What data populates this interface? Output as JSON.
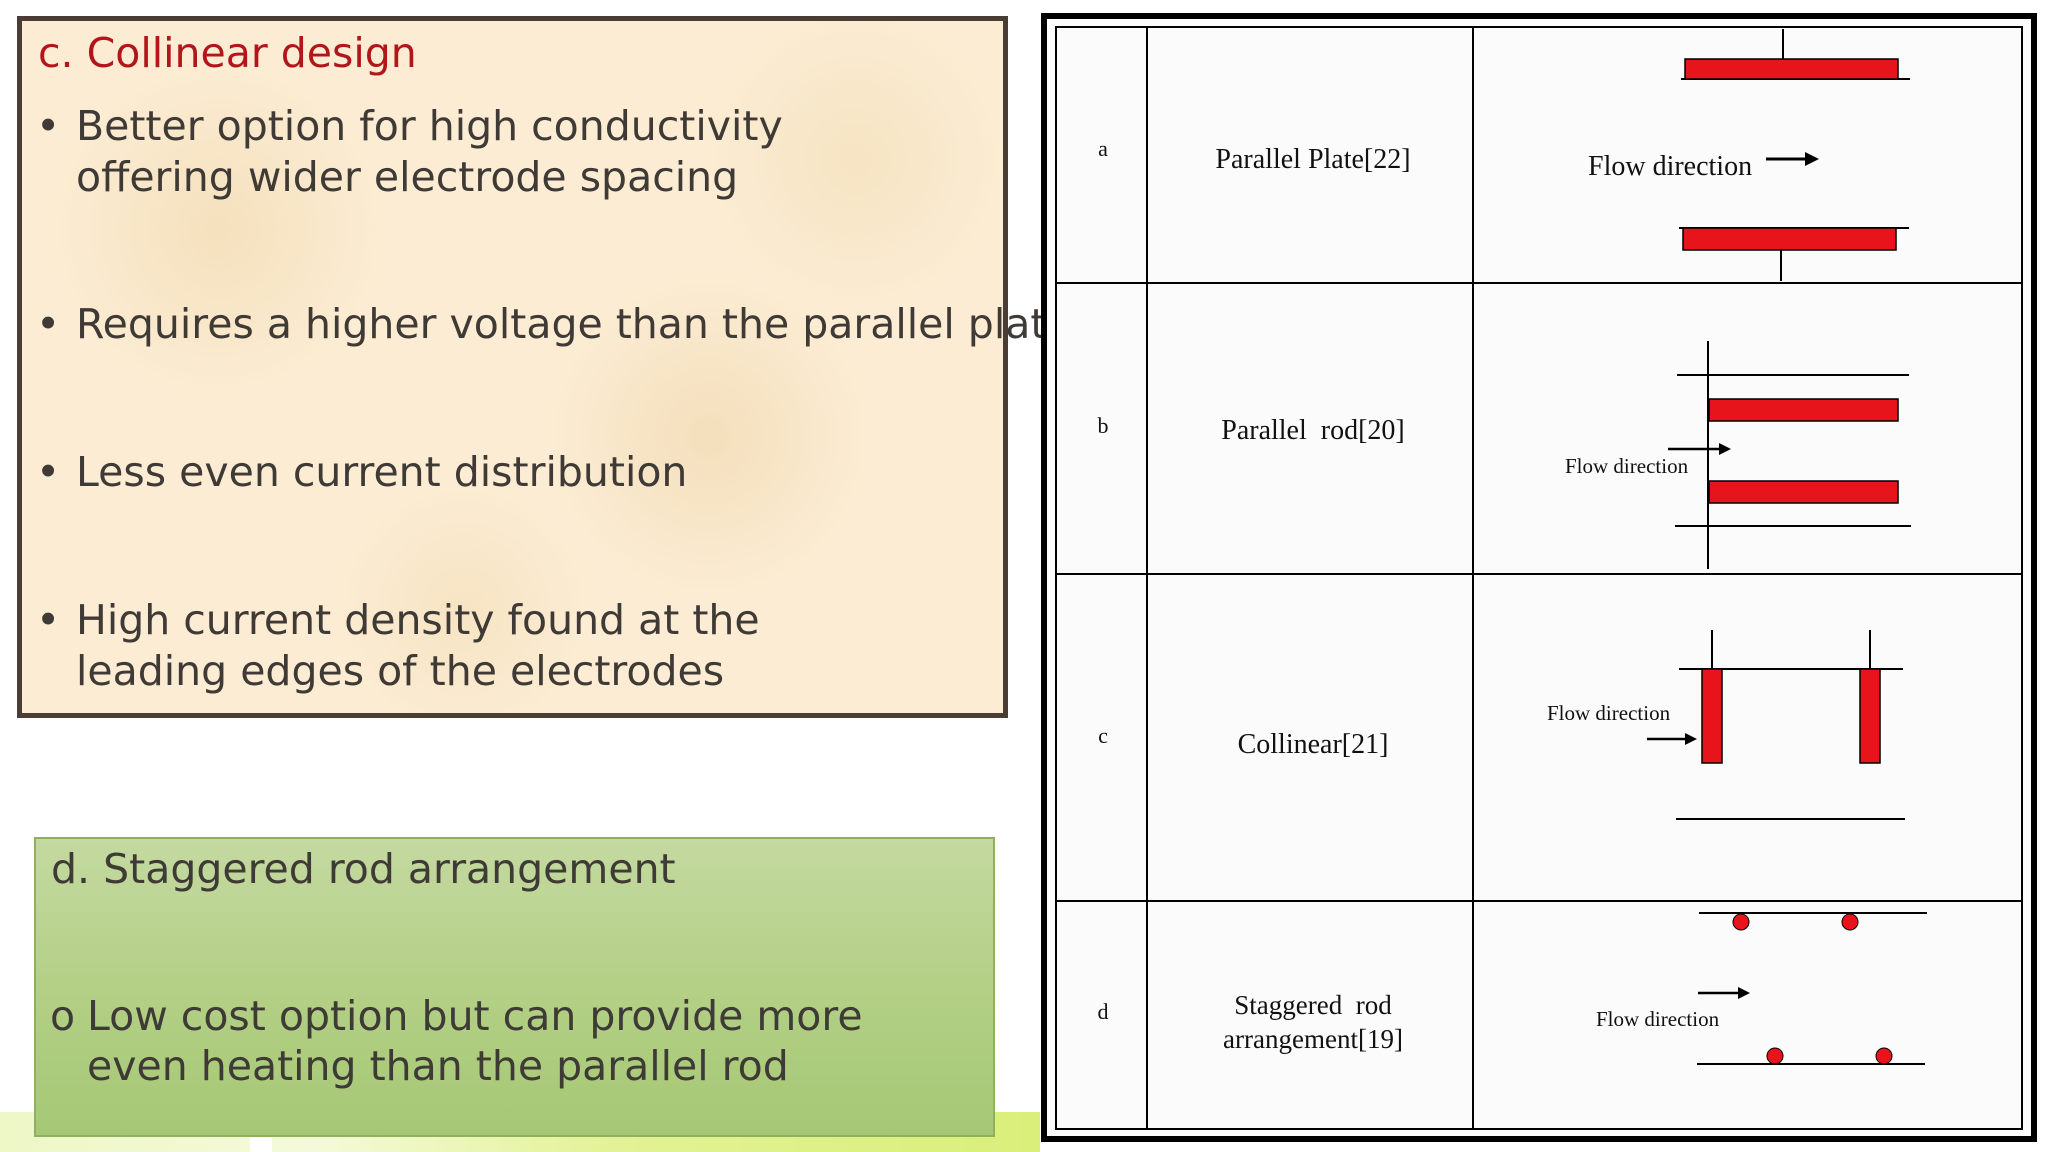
{
  "box_c": {
    "title": "c. Collinear design",
    "bullets": [
      {
        "mark": "•",
        "text": "Better option for high conductivity offering wider electrode spacing"
      },
      {
        "mark": "•",
        "text": "Requires a higher voltage than the parallel plate"
      },
      {
        "mark": "•",
        "text": "Less even current distribution"
      },
      {
        "mark": "•",
        "text": "High current density found at the leading edges of the electrodes"
      }
    ]
  },
  "box_d": {
    "title": "d. Staggered rod arrangement",
    "bullets": [
      {
        "mark": "o",
        "text": "Low cost option but can provide more even heating than the parallel rod"
      }
    ]
  },
  "figure": {
    "rows": [
      {
        "letter": "a",
        "name_lines": [
          "Parallel Plate[22]"
        ],
        "flow_label": "Flow direction"
      },
      {
        "letter": "b",
        "name_lines": [
          "Parallel  rod[20]"
        ],
        "flow_label": "Flow direction"
      },
      {
        "letter": "c",
        "name_lines": [
          "Collinear[21]"
        ],
        "flow_label": "Flow direction"
      },
      {
        "letter": "d",
        "name_lines": [
          "Staggered  rod",
          "arrangement[19]"
        ],
        "flow_label": "Flow direction"
      }
    ],
    "electrode_color": "#e8141c"
  }
}
